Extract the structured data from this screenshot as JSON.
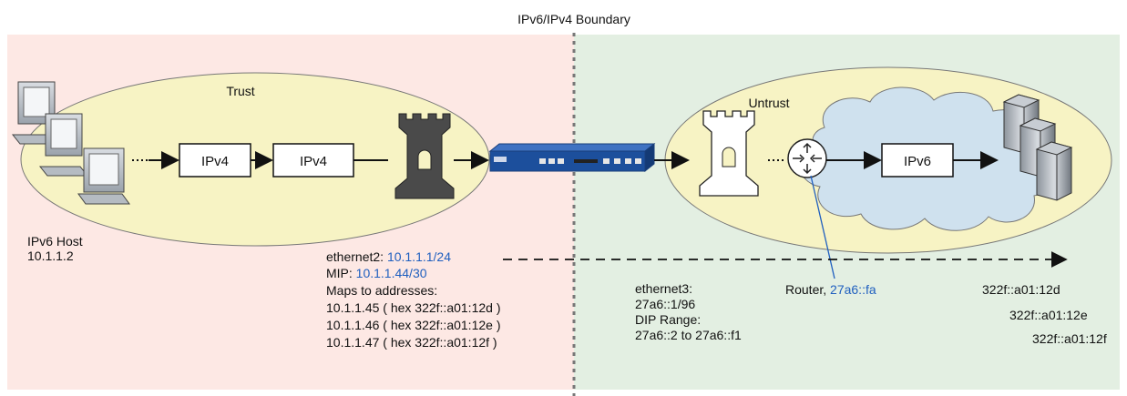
{
  "boundary_label": "IPv6/IPv4 Boundary",
  "zones": {
    "trust": "Trust",
    "untrust": "Untrust"
  },
  "boxes": {
    "trust_box_1": "IPv4",
    "trust_box_2": "IPv4",
    "untrust_box": "IPv6"
  },
  "host": {
    "line1": "IPv6 Host",
    "line2": "10.1.1.2"
  },
  "ethernet2": {
    "label": "ethernet2: ",
    "value": "10.1.1.1/24",
    "mip_label": "MIP: ",
    "mip_value": "10.1.1.44/30",
    "maps_label": "Maps to addresses:",
    "maps": [
      "10.1.1.45 ( hex 322f::a01:12d )",
      "10.1.1.46 ( hex 322f::a01:12e )",
      "10.1.1.47 ( hex 322f::a01:12f )"
    ]
  },
  "ethernet3": {
    "lines": [
      "ethernet3:",
      "27a6::1/96",
      "DIP Range:",
      "27a6::2 to 27a6::f1"
    ]
  },
  "router": {
    "label": "Router, ",
    "value": "27a6::fa"
  },
  "servers": [
    "322f::a01:12d",
    "322f::a01:12e",
    "322f::a01:12f"
  ],
  "colors": {
    "trust_bg": "#fde8e4",
    "untrust_bg": "#e3efe2",
    "ellipse": "#f7f3c4",
    "cloud": "#cfe1ee",
    "accent_blue": "#1f5fbf",
    "device_blue": "#1c4f9c"
  },
  "icons": [
    "computer-icon",
    "firewall-tower-icon",
    "security-device-icon",
    "router-icon",
    "server-icon",
    "cloud-shape"
  ]
}
